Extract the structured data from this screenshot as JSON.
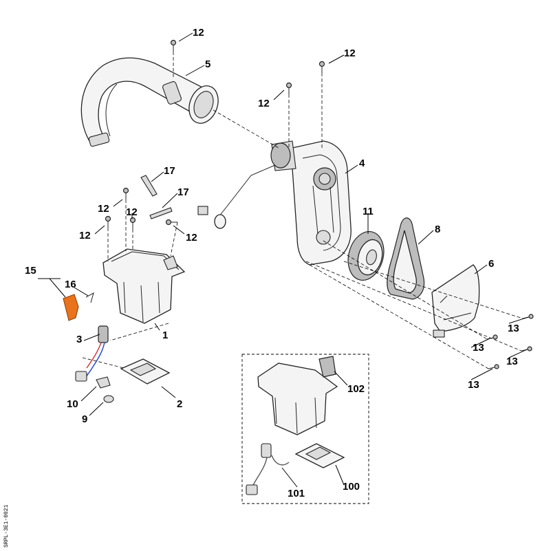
{
  "callouts": {
    "c1": "1",
    "c2": "2",
    "c3": "3",
    "c4": "4",
    "c5": "5",
    "c6": "6",
    "c8": "8",
    "c9": "9",
    "c10": "10",
    "c11": "11",
    "c12": "12",
    "c13": "13",
    "c15": "15",
    "c16": "16",
    "c17": "17",
    "c100": "100",
    "c101": "101",
    "c102": "102"
  },
  "drawing_code": "SRPL-3E1-0021"
}
